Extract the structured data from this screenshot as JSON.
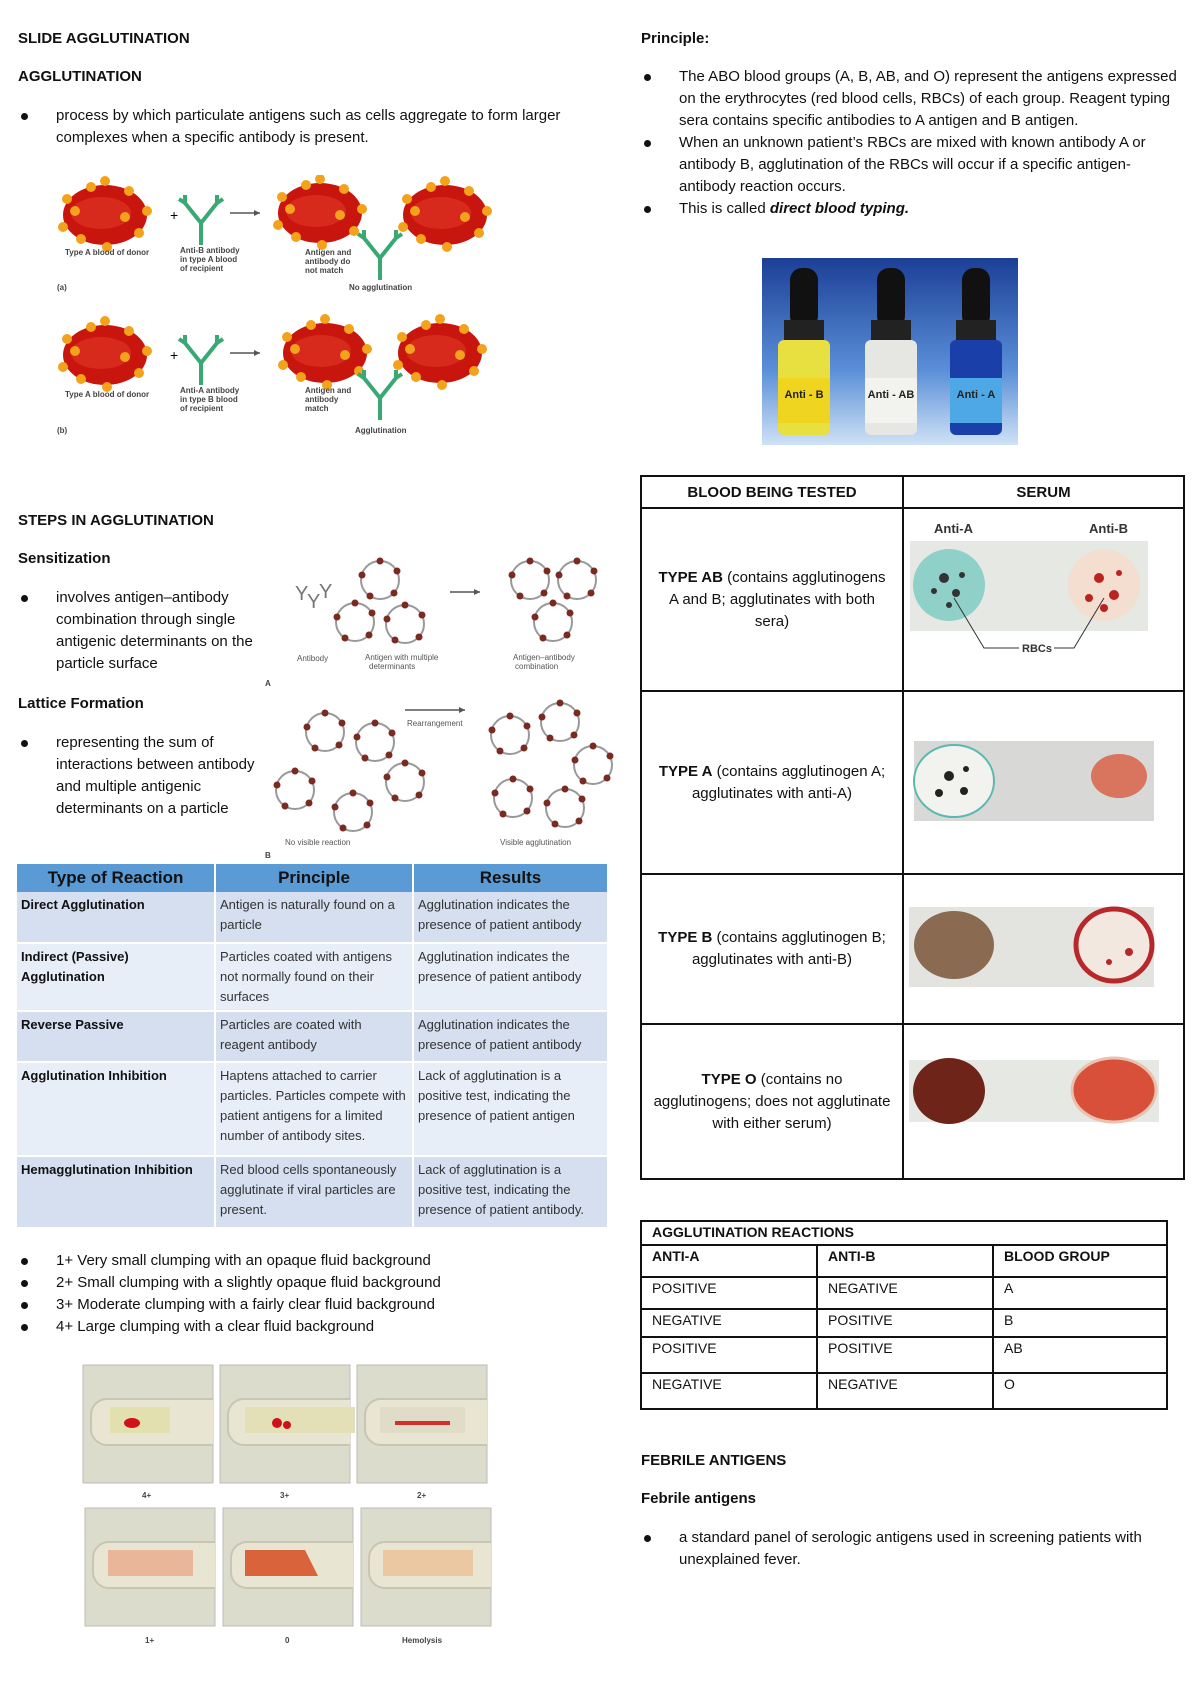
{
  "left": {
    "title": "SLIDE AGGLUTINATION",
    "agglutination_heading": "AGGLUTINATION",
    "agglutination_bullets": [
      "process by which particulate antigens such as cells aggregate to form larger complexes when a specific antibody is present."
    ],
    "figure1": {
      "a_donor": "Type A blood of donor",
      "a_antibody": [
        "Anti-B antibody",
        "in type A blood",
        "of recipient"
      ],
      "a_result": [
        "Antigen and",
        "antibody do",
        "not match"
      ],
      "a_outcome": "No agglutination",
      "a_label": "(a)",
      "b_donor": "Type A blood of donor",
      "b_antibody": [
        "Anti-A antibody",
        "in type B blood",
        "of recipient"
      ],
      "b_result": [
        "Antigen and",
        "antibody",
        "match"
      ],
      "b_outcome": "Agglutination",
      "b_label": "(b)"
    },
    "steps_heading": "STEPS IN AGGLUTINATION",
    "sensitization_heading": "Sensitization",
    "sensitization_bullets": [
      "involves antigen–antibody combination through single antigenic determinants on the particle surface"
    ],
    "lattice_heading": "Lattice Formation",
    "lattice_bullets": [
      "representing the sum of interactions between antibody and multiple antigenic determinants on a particle"
    ],
    "figure2": {
      "antibody": "Antibody",
      "antigen": [
        "Antigen with multiple",
        "determinants"
      ],
      "combination": [
        "Antigen–antibody",
        "combination"
      ],
      "label_a": "A",
      "rearrangement": "Rearrangement",
      "no_reaction": "No visible reaction",
      "visible": "Visible agglutination",
      "label_b": "B"
    },
    "reaction_table": {
      "headers": [
        "Type of Reaction",
        "Principle",
        "Results"
      ],
      "rows": [
        [
          "Direct Agglutination",
          "Antigen is naturally found on a particle",
          "Agglutination indicates the presence of patient antibody"
        ],
        [
          "Indirect (Passive) Agglutination",
          "Particles coated with antigens not normally found on their surfaces",
          "Agglutination indicates the presence of patient antibody"
        ],
        [
          "Reverse Passive",
          "Particles are coated with reagent antibody",
          "Agglutination indicates the presence of patient antibody"
        ],
        [
          "Agglutination Inhibition",
          "Haptens attached to carrier particles. Particles compete with patient antigens for a limited number of antibody sites.",
          "Lack of agglutination is a positive test, indicating the presence of patient antigen"
        ],
        [
          "Hemagglutination Inhibition",
          "Red blood cells spontaneously agglutinate if viral particles are present.",
          "Lack of agglutination is a positive test, indicating the presence of patient antibody."
        ]
      ]
    },
    "grade_bullets": [
      "1+ Very small clumping with an opaque fluid background",
      "2+ Small clumping with a slightly opaque fluid background",
      "3+ Moderate clumping with a fairly clear fluid background",
      "4+ Large clumping with a clear fluid background"
    ],
    "tube_labels": [
      "4+",
      "3+",
      "2+",
      "1+",
      "0",
      "Hemolysis"
    ]
  },
  "right": {
    "principle_heading": "Principle:",
    "principle_bullets": [
      "The ABO blood groups (A, B, AB, and O) represent the antigens expressed on the erythrocytes (red blood cells, RBCs) of each group. Reagent typing sera contains specific antibodies to A antigen and B antigen.",
      "When an unknown patient’s RBCs are mixed with known antibody A or antibody B, agglutination of the RBCs will occur if a specific antigen-antibody reaction occurs."
    ],
    "direct_prefix": "This is called ",
    "direct_emph": "direct blood typing.",
    "bottles": [
      "Anti - B",
      "Anti - AB",
      "Anti - A"
    ],
    "blood_table": {
      "headers": [
        "BLOOD BEING TESTED",
        "SERUM"
      ],
      "anti_a": "Anti-A",
      "anti_b": "Anti-B",
      "rbcs": "RBCs",
      "rows": [
        {
          "type": "TYPE AB",
          "desc": " (contains agglutinogens A and B; agglutinates with both sera)"
        },
        {
          "type": "TYPE A",
          "desc": " (contains agglutinogen A; agglutinates with anti-A)"
        },
        {
          "type": "TYPE B",
          "desc": " (contains agglutinogen B; agglutinates with anti-B)"
        },
        {
          "type": "TYPE O",
          "desc": " (contains no agglutinogens; does not agglutinate with either serum)"
        }
      ]
    },
    "reactions_table": {
      "title": "AGGLUTINATION REACTIONS",
      "headers": [
        "ANTI-A",
        "ANTI-B",
        "BLOOD GROUP"
      ],
      "rows": [
        [
          "POSITIVE",
          "NEGATIVE",
          "A"
        ],
        [
          "NEGATIVE",
          "POSITIVE",
          "B"
        ],
        [
          "POSITIVE",
          "POSITIVE",
          "AB"
        ],
        [
          "NEGATIVE",
          "NEGATIVE",
          "O"
        ]
      ]
    },
    "febrile_heading": "FEBRILE ANTIGENS",
    "febrile_subheading": "Febrile antigens",
    "febrile_bullets": [
      "a standard panel of serologic antigens used in screening patients with unexplained fever."
    ]
  }
}
